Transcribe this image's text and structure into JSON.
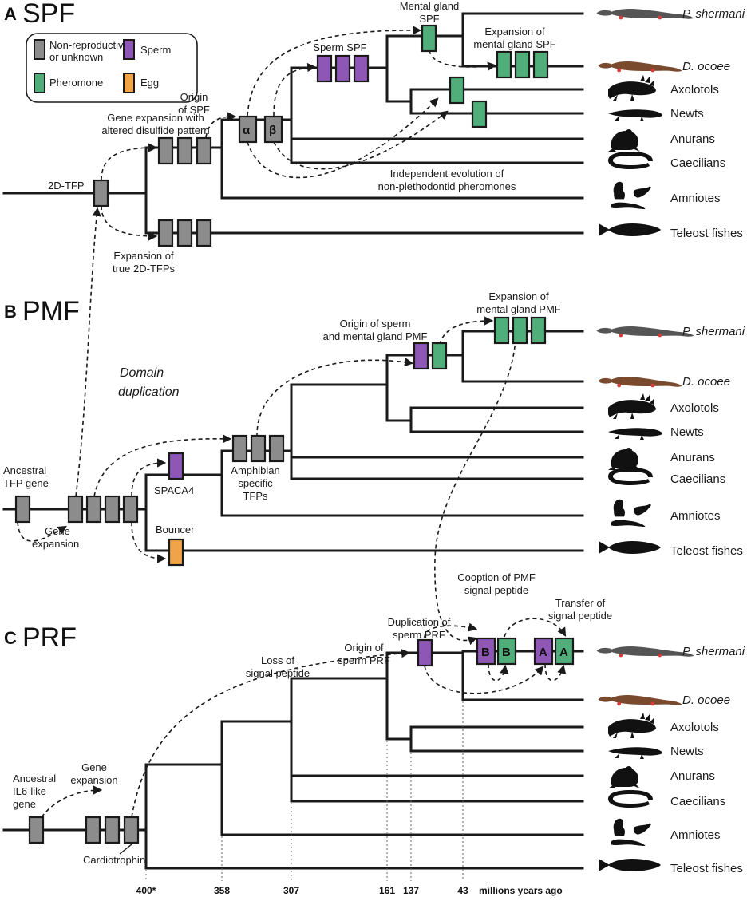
{
  "colors": {
    "non_reproductive": "#8c8c8d",
    "sperm": "#8e56b5",
    "pheromone": "#4fae79",
    "egg": "#f0a447",
    "salamander_grey": "#555555",
    "salamander_brown": "#7a4a2e",
    "spot_red": "#d63a3a"
  },
  "legend": {
    "non_reproductive_line1": "Non-reproductive",
    "non_reproductive_line2": "or unknown",
    "sperm": "Sperm",
    "pheromone": "Pheromone",
    "egg": "Egg"
  },
  "panelA": {
    "letter": "A",
    "name": "SPF",
    "labels": {
      "tfp2d": "2D-TFP",
      "gene_exp_1": "Gene expansion with",
      "gene_exp_2": "altered disulfide pattern",
      "origin_1": "Origin",
      "origin_2": "of SPF",
      "alpha": "α",
      "beta": "β",
      "sperm_spf": "Sperm SPF",
      "mental_1": "Mental gland",
      "mental_2": "SPF",
      "exp_mental_1": "Expansion of",
      "exp_mental_2": "mental gland SPF",
      "indep_1": "Independent evolution of",
      "indep_2": "non-plethodontid pheromones",
      "exp_true_1": "Expansion of",
      "exp_true_2": "true 2D-TFPs"
    }
  },
  "panelB": {
    "letter": "B",
    "name": "PMF",
    "labels": {
      "domain_1": "Domain",
      "domain_2": "duplication",
      "ancestral_1": "Ancestral",
      "ancestral_2": "TFP gene",
      "gene_exp_1": "Gene",
      "gene_exp_2": "expansion",
      "spaca4": "SPACA4",
      "bouncer": "Bouncer",
      "amph_1": "Amphibian",
      "amph_2": "specific",
      "amph_3": "TFPs",
      "origin_1": "Origin of sperm",
      "origin_2": "and mental gland PMF",
      "exp_1": "Expansion of",
      "exp_2": "mental gland PMF",
      "coopt_1": "Cooption of PMF",
      "coopt_2": "signal peptide"
    }
  },
  "panelC": {
    "letter": "C",
    "name": "PRF",
    "labels": {
      "ancestral_1": "Ancestral",
      "ancestral_2": "IL6-like",
      "ancestral_3": "gene",
      "gene_exp_1": "Gene",
      "gene_exp_2": "expansion",
      "cardio": "Cardiotrophin",
      "loss_1": "Loss of",
      "loss_2": "signal peptide",
      "origin_1": "Origin of",
      "origin_2": "sperm PRF",
      "dup_1": "Duplication of",
      "dup_2": "sperm PRF",
      "transfer_1": "Transfer of",
      "transfer_2": "signal peptide",
      "b": "B",
      "a": "A"
    }
  },
  "species": {
    "shermani": "P. shermani",
    "ocoee": "D. ocoee",
    "axolotls": "Axolotols",
    "newts": "Newts",
    "anurans": "Anurans",
    "caecilians": "Caecilians",
    "amniotes": "Amniotes",
    "teleost": "Teleost fishes"
  },
  "timeline": {
    "ticks": [
      {
        "label": "400*"
      },
      {
        "label": "358"
      },
      {
        "label": "307"
      },
      {
        "label": "161"
      },
      {
        "label": "137"
      },
      {
        "label": "43"
      }
    ],
    "unit": "millions years ago"
  }
}
